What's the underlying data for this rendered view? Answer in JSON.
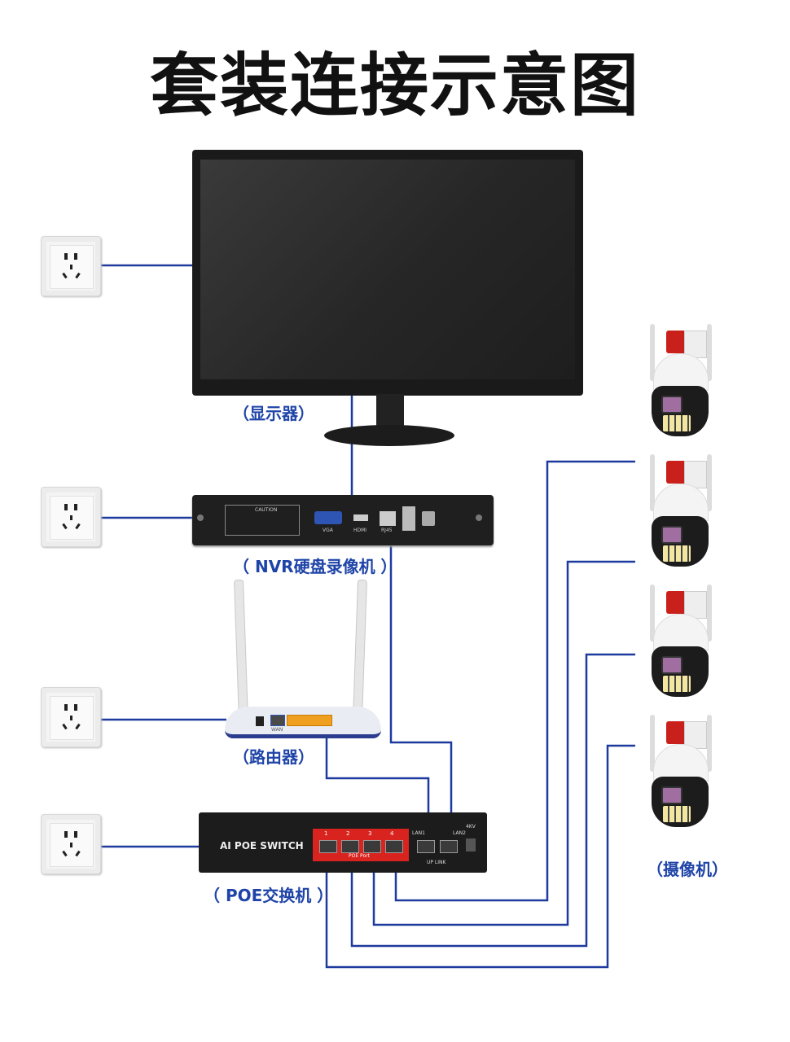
{
  "title": "套装连接示意图",
  "labels": {
    "monitor": "（显示器）",
    "nvr": "（ NVR硬盘录像机 ）",
    "router": "（路由器）",
    "poe": "（ POE交换机 ）",
    "camera": "（摄像机）"
  },
  "nvr_panel": {
    "caution": "CAUTION",
    "vga": "VGA",
    "hdmi": "HDMI",
    "rj45": "RJ45"
  },
  "router_panel": {
    "wan": "WAN"
  },
  "poe_panel": {
    "brand": "AI POE SWITCH",
    "port_label": "POE Port",
    "uplink_label": "UP LINK",
    "lan1": "LAN1",
    "lan2": "LAN2",
    "kv": "4KV",
    "ports": [
      "1",
      "2",
      "3",
      "4"
    ]
  },
  "colors": {
    "wire": "#1e3a9e",
    "label": "#1f44a8",
    "poe_accent": "#d9231f"
  }
}
